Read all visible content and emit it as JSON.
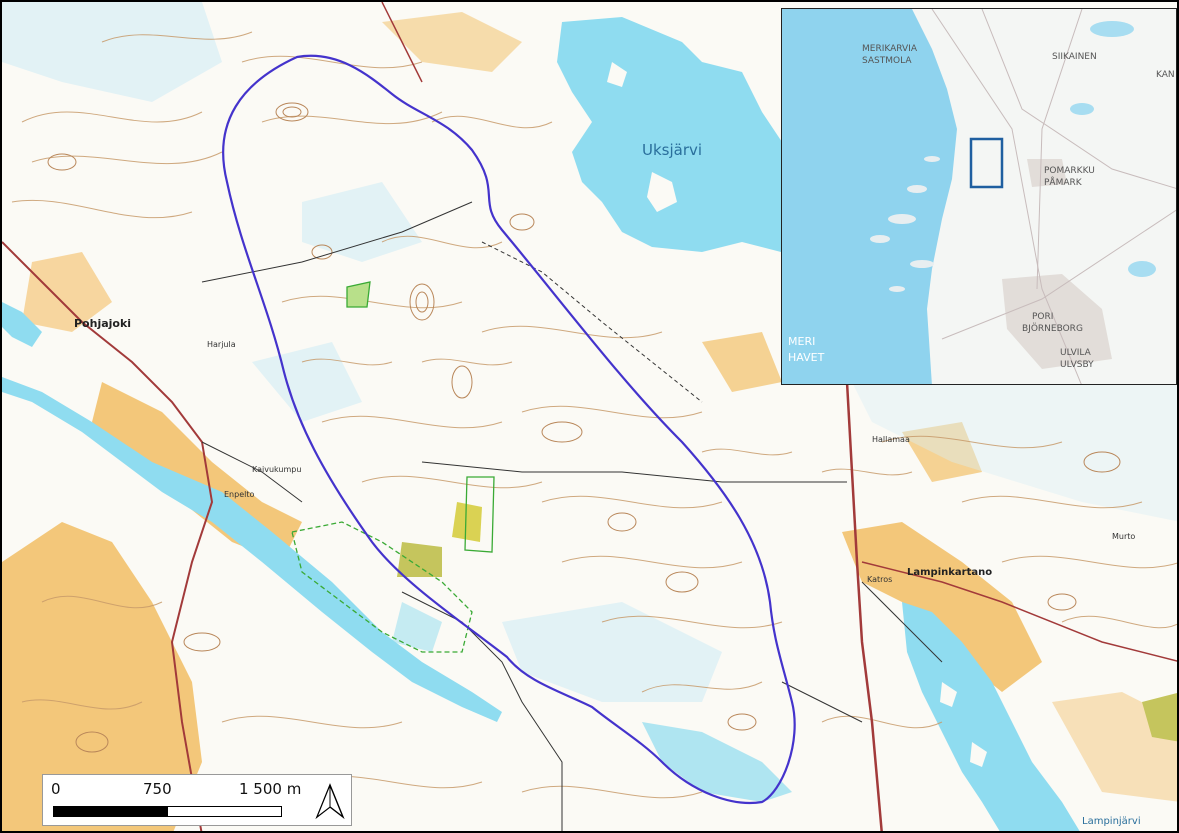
{
  "colors": {
    "study_area_boundary": "#4433cc",
    "water": "#8fdcf0",
    "field": "#f3c473",
    "contour": "#c79a6a",
    "road_main": "#a23a3a",
    "inset_sea": "#8fd3ee",
    "inset_locator": "#1f5fa0"
  },
  "main_map": {
    "labels": {
      "lake_uksjarvi": "Uksjärvi",
      "village_pohjajoki": "Pohjajoki",
      "village_lampinkartano": "Lampinkartano",
      "lake_lampinjarvi": "Lampinjärvi",
      "place_harjula": "Harjula",
      "place_hallamaa": "Hallamaa",
      "place_katros": "Katros",
      "place_enpelto": "Enpelto",
      "place_kaivukumpu": "Kaivukumpu",
      "place_murto": "Murto"
    }
  },
  "inset_map": {
    "labels": {
      "merikarvia": "MERIKARVIA",
      "sastmola": "SASTMOLA",
      "siikainen": "SIIKAINEN",
      "kan": "KAN",
      "pomarkku": "POMARKKU",
      "pamark": "PÅMARK",
      "pori": "PORI",
      "bjorneborg": "BJÖRNEBORG",
      "ulvila": "ULVILA",
      "ulvsby": "ULVSBY",
      "meri": "MERI",
      "havet": "HAVET"
    }
  },
  "scale_bar": {
    "label_0": "0",
    "label_mid": "750",
    "label_end": "1 500 m"
  },
  "north_arrow": {
    "icon": "north-arrow-icon"
  }
}
